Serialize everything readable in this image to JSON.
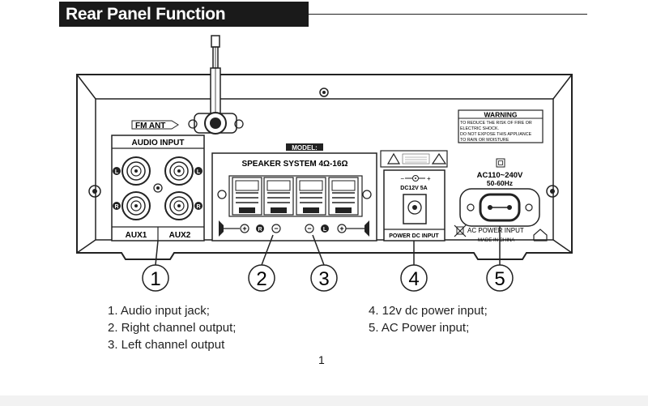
{
  "title": "Rear Panel Function Description",
  "labels": {
    "fm_ant": "FM ANT",
    "audio_input": "AUDIO INPUT",
    "aux1": "AUX1",
    "aux2": "AUX2",
    "model": "MODEL:",
    "speaker_system": "SPEAKER SYSTEM 4Ω-16Ω",
    "ch_r": "R",
    "ch_l": "L",
    "dc_spec": "DC12V 5A",
    "power_dc_input": "POWER DC INPUT",
    "warning": "WARNING",
    "warning_line1": "TO REDUCE THE RISK OF FIRE OR",
    "warning_line2": "ELECTRIC SHOCK.",
    "warning_line3": "DO NOT EXPOSE THIS APPLIANCE",
    "warning_line4": "TO RAIN OR MOISTURE",
    "ac_voltage": "AC110~240V",
    "ac_freq": "50-60Hz",
    "ac_power_input": "AC POWER INPUT",
    "made_in_china": "MADE IN CHINA",
    "jack_l": "L",
    "jack_r": "R"
  },
  "callouts": [
    "1",
    "2",
    "3",
    "4",
    "5"
  ],
  "legend": {
    "left": [
      "1. Audio input jack;",
      "2. Right channel output;",
      "3. Left channel output"
    ],
    "right": [
      "4. 12v dc power input;",
      "5. AC Power input;"
    ]
  },
  "page_number": "1"
}
